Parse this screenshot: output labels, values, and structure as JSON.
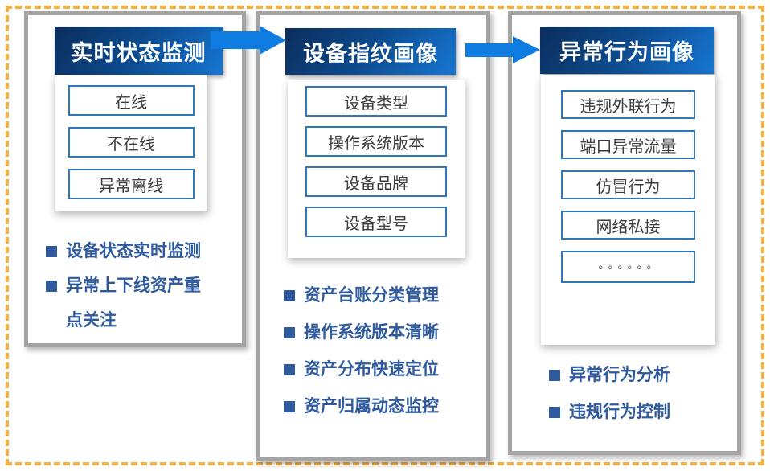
{
  "colors": {
    "frame_dash": "#F6B13E",
    "panel_border": "#A4A4A4",
    "header_gradient_start": "#0B2E5D",
    "header_gradient_end": "#1677D3",
    "box_border": "#2E77BC",
    "box_text": "#3D3D3D",
    "bullet_blue": "#2F5B9E",
    "arrow_blue": "#0E7CE1"
  },
  "columns": [
    {
      "header": "实时状态监测",
      "boxes": [
        "在线",
        "不在线",
        "异常离线"
      ],
      "bullets": [
        "设备状态实时监测",
        "异常上下线资产重点关注"
      ]
    },
    {
      "header": "设备指纹画像",
      "boxes": [
        "设备类型",
        "操作系统版本",
        "设备品牌",
        "设备型号"
      ],
      "bullets": [
        "资产台账分类管理",
        "操作系统版本清晰",
        "资产分布快速定位",
        "资产归属动态监控"
      ]
    },
    {
      "header": "异常行为画像",
      "boxes": [
        "违规外联行为",
        "端口异常流量",
        "仿冒行为",
        "网络私接",
        "。。。。。。"
      ],
      "bullets": [
        "异常行为分析",
        "违规行为控制"
      ]
    }
  ]
}
